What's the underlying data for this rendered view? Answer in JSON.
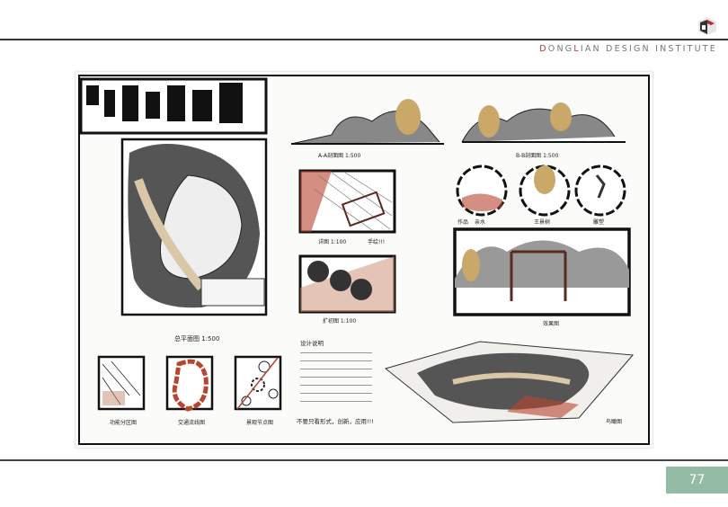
{
  "header": {
    "brand_prefix": "D",
    "brand_mid1": "ONG",
    "brand_l": "L",
    "brand_mid2": "IAN",
    "brand_rest": " DESIGN INSTITUTE",
    "logo_icon": "cube-logo-icon"
  },
  "sheet": {
    "site_plan_title": "总平面图 1:500",
    "section_aa": "A-A剖面图 1:500",
    "section_bb": "B-B剖面图 1:500",
    "detail_1": "详图 1:100",
    "detail_1_note": "手绘!!!",
    "detail_2": "扩初图 1:100",
    "vignettes": [
      "亲水",
      "王景树",
      "雕塑"
    ],
    "perspective_tag": "作品",
    "perspective_title": "效果图",
    "analysis": [
      "功能分区图",
      "交通流线图",
      "景观节点图"
    ],
    "notes_title": "设计说明",
    "notes_footer": "不要只看形式，创新，应用!!!",
    "aerial_title": "鸟瞰图"
  },
  "footer": {
    "page_number": "77"
  },
  "colors": {
    "accent_green": "#94bba4",
    "brand_red": "#a33333",
    "sketch_red": "#b8452f",
    "sketch_ochre": "#c9a86a"
  }
}
